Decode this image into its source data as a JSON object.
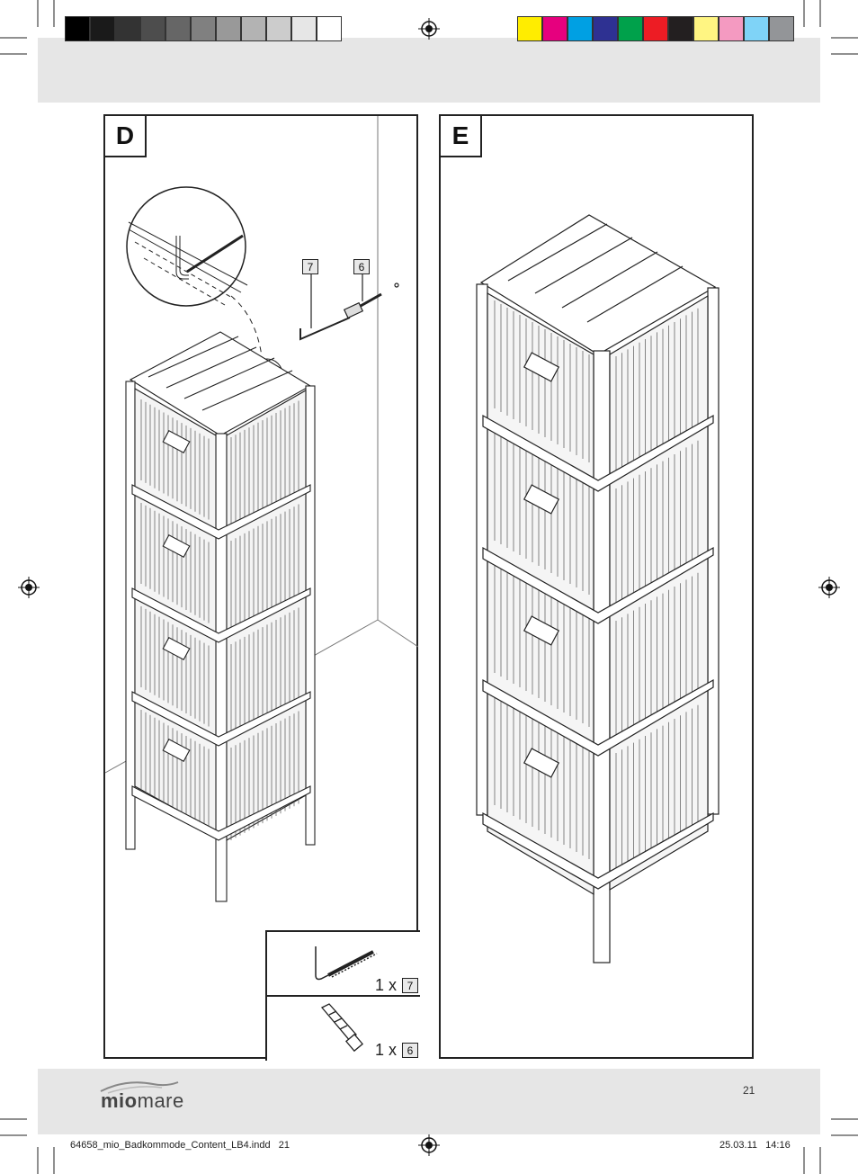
{
  "print_marks": {
    "grayscale_bar": [
      "#000000",
      "#1a1a1a",
      "#333333",
      "#4d4d4d",
      "#666666",
      "#808080",
      "#999999",
      "#b3b3b3",
      "#cccccc",
      "#e6e6e6",
      "#ffffff"
    ],
    "color_bar": [
      "#ffed00",
      "#e6007e",
      "#00a0e3",
      "#2e3192",
      "#00a14b",
      "#ed1c24",
      "#231f20",
      "#fff582",
      "#f49ac1",
      "#7fd3f7",
      "#939598"
    ]
  },
  "panels": {
    "d": {
      "label": "D",
      "callout_7": "7",
      "callout_6": "6",
      "parts": [
        {
          "qty": "1 x",
          "part_no": "7",
          "icon": "l-hook-screw-icon"
        },
        {
          "qty": "1 x",
          "part_no": "6",
          "icon": "wall-plug-icon"
        }
      ]
    },
    "e": {
      "label": "E"
    }
  },
  "footer": {
    "page_number": "21",
    "brand_prefix": "mio",
    "brand_suffix": "mare",
    "file_name": "64658_mio_Badkommode_Content_LB4.indd   21",
    "timestamp": "25.03.11   14:16"
  }
}
